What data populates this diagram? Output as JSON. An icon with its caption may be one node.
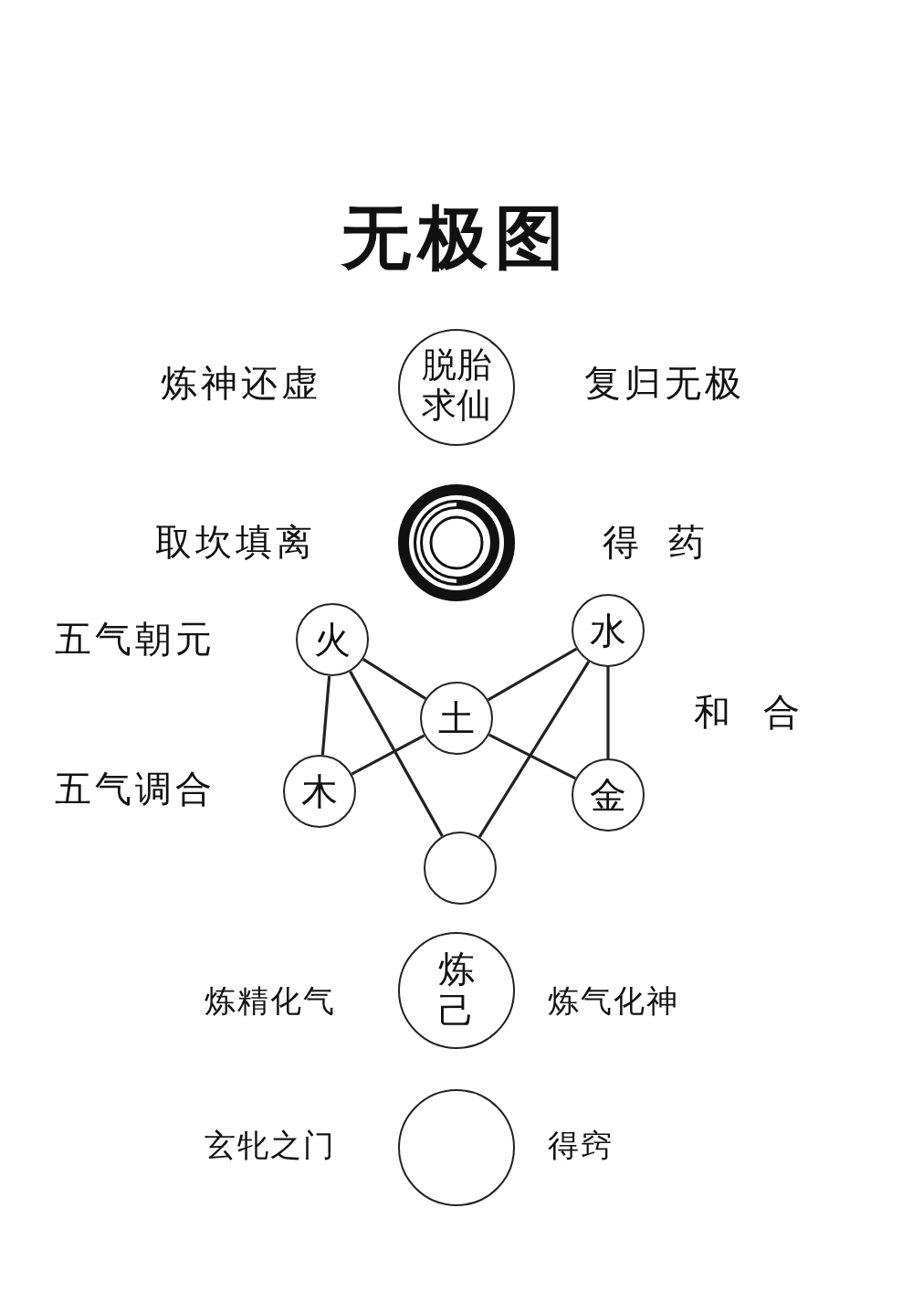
{
  "diagram": {
    "title": "无极图",
    "nodes": [
      {
        "text": [
          "脱胎求仙"
        ],
        "beside": [
          "炼神还虚",
          "复归无极"
        ]
      },
      {
        "text": [],
        "shape": "circle"
      },
      {
        "text": [
          "火"
        ],
        "beside": [
          "五气朝元"
        ]
      },
      {
        "text": [
          "水"
        ]
      },
      {
        "text": [
          "土"
        ]
      },
      {
        "text": [
          "木"
        ],
        "beside": [
          "五气调合"
        ]
      },
      {
        "text": [
          "金"
        ]
      },
      {
        "text": [],
        "shape": "circle"
      },
      {
        "text": [
          "炼己"
        ],
        "beside": [
          "炼精化气",
          "炼气化神"
        ]
      },
      {
        "text": [],
        "shape": "circle",
        "beside": [
          "玄牝之门",
          "得窍"
        ]
      }
    ],
    "edges": [
      {
        "from": 2,
        "to": 5,
        "arrow": "none"
      },
      {
        "from": 2,
        "to": 4,
        "arrow": "none"
      },
      {
        "from": 2,
        "to": 7,
        "arrow": "none"
      },
      {
        "from": 3,
        "to": 4,
        "arrow": "none"
      },
      {
        "from": 3,
        "to": 6,
        "arrow": "none"
      },
      {
        "from": 3,
        "to": 7,
        "arrow": "none"
      },
      {
        "from": 5,
        "to": 4,
        "arrow": "none"
      },
      {
        "from": 4,
        "to": 6,
        "arrow": "none"
      }
    ],
    "labels": [
      "取坎填离",
      "得药",
      "和合"
    ]
  }
}
